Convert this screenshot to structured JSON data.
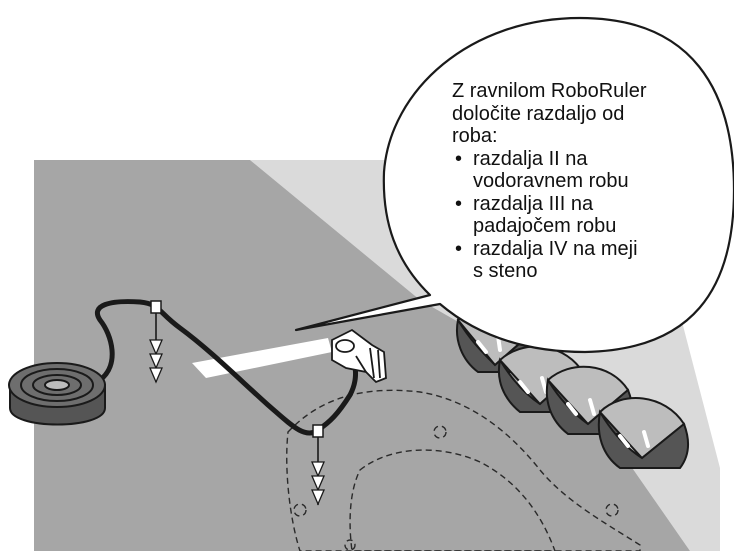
{
  "callout": {
    "intro_line1": "Z ravnilom RoboRuler",
    "intro_line2": "določite razdaljo od",
    "intro_line3": "roba:",
    "items": [
      {
        "line1": "razdalja II na",
        "line2": "vodoravnem robu"
      },
      {
        "line1": "razdalja III na",
        "line2": "padajočem robu"
      },
      {
        "line1": "razdalja IV na meji",
        "line2": "s steno"
      }
    ]
  },
  "colors": {
    "lawn": "#a6a6a6",
    "wall": "#dadada",
    "outline": "#1a1a1a"
  }
}
